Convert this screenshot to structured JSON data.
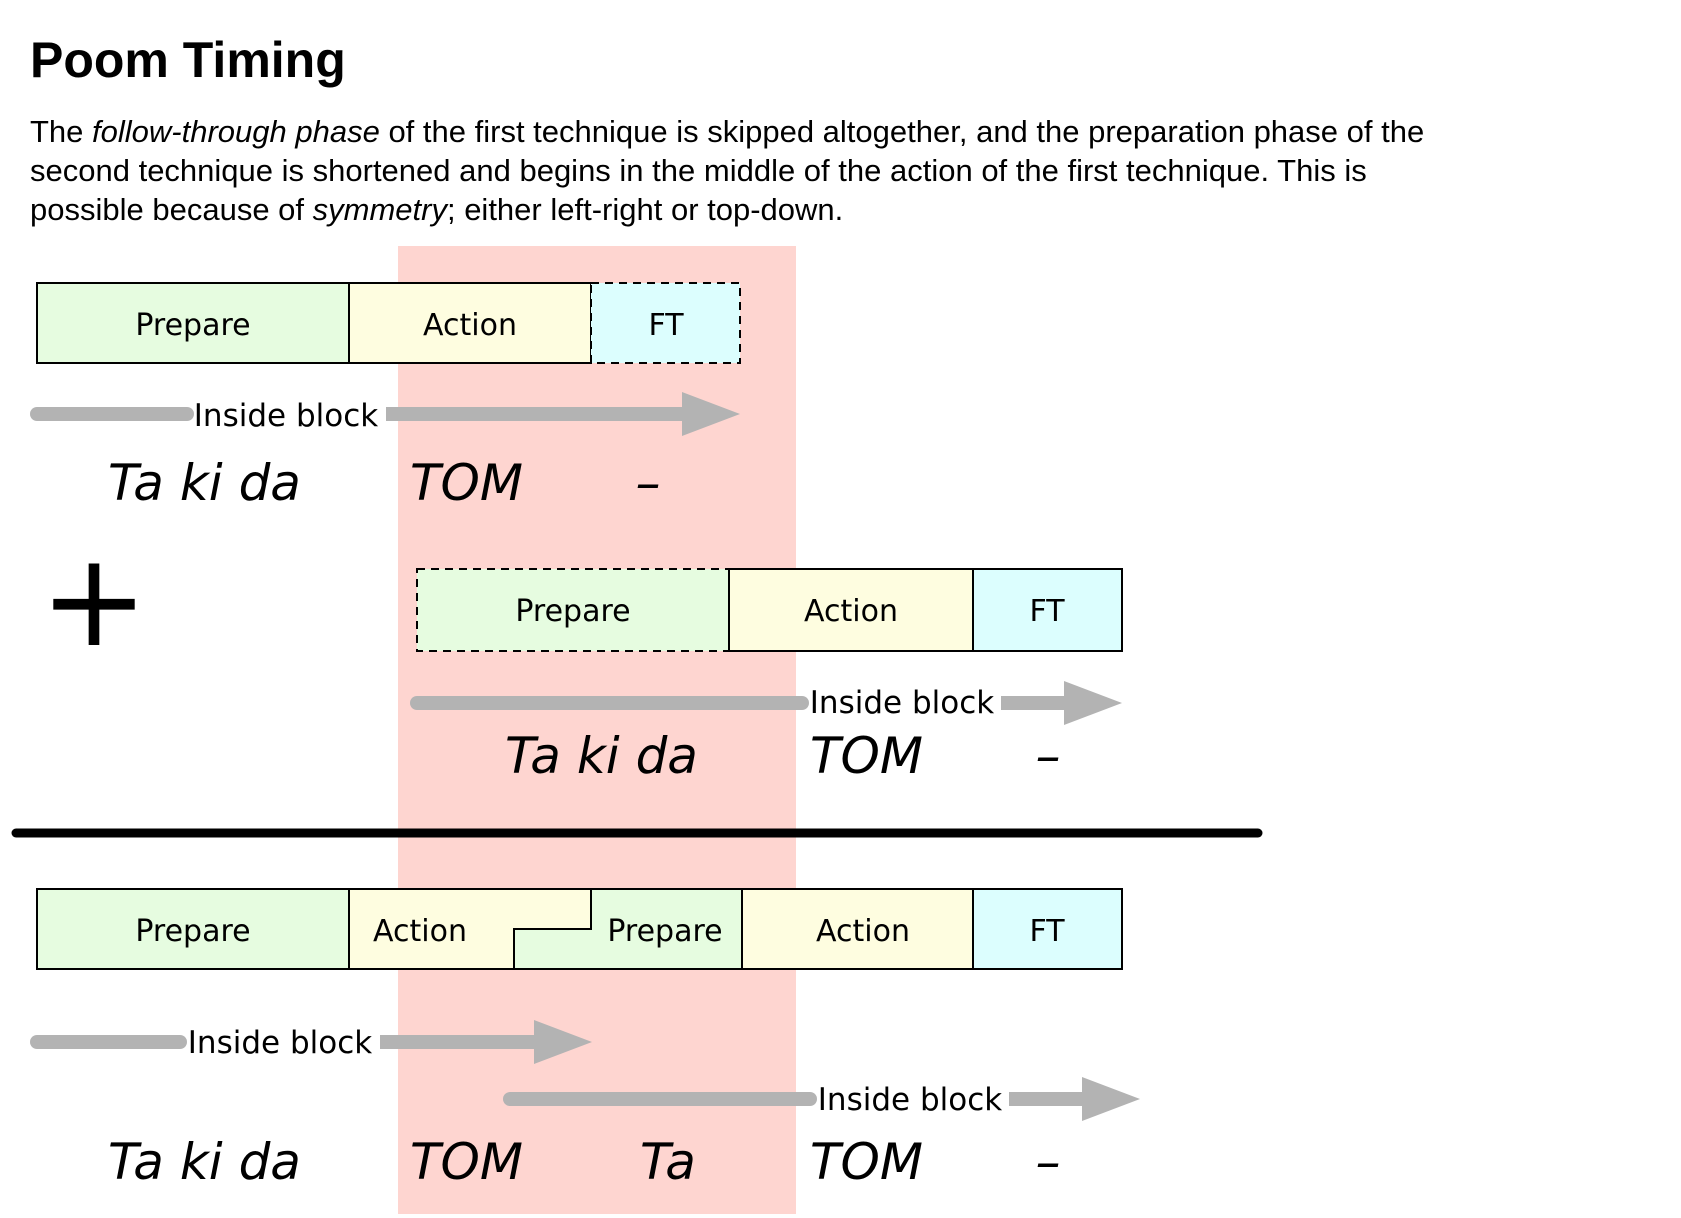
{
  "title": "Poom Timing",
  "intro": {
    "t1": "The ",
    "em1": "follow-through phase",
    "t2": " of the first technique is skipped altogether, and the preparation phase of the second technique is shortened and begins in the middle of the action of the first technique. This is possible because of ",
    "em2": "symmetry",
    "t3": "; either left-right or top-down."
  },
  "colors": {
    "prepare": "#e6fce0",
    "action": "#fefde0",
    "ft": "#dcfefe",
    "highlight": "#fed5d0",
    "arrow": "#b3b3b3"
  },
  "technique1": {
    "boxes": {
      "prepare": "Prepare",
      "action": "Action",
      "ft": "FT"
    },
    "arrow_label": "Inside block",
    "syllables": {
      "s1": "Ta ki da",
      "s2": "TOM",
      "s3": "–"
    }
  },
  "plus_symbol": "+",
  "technique2": {
    "boxes": {
      "prepare": "Prepare",
      "action": "Action",
      "ft": "FT"
    },
    "arrow_label": "Inside block",
    "syllables": {
      "s1": "Ta ki da",
      "s2": "TOM",
      "s3": "–"
    }
  },
  "combined": {
    "boxes": {
      "prepare1": "Prepare",
      "action1": "Action",
      "prepare2": "Prepare",
      "action2": "Action",
      "ft": "FT"
    },
    "arrow1_label": "Inside block",
    "arrow2_label": "Inside block",
    "syllables": {
      "s1": "Ta ki da",
      "s2": "TOM",
      "s3": "Ta",
      "s4": "TOM",
      "s5": "–"
    }
  }
}
